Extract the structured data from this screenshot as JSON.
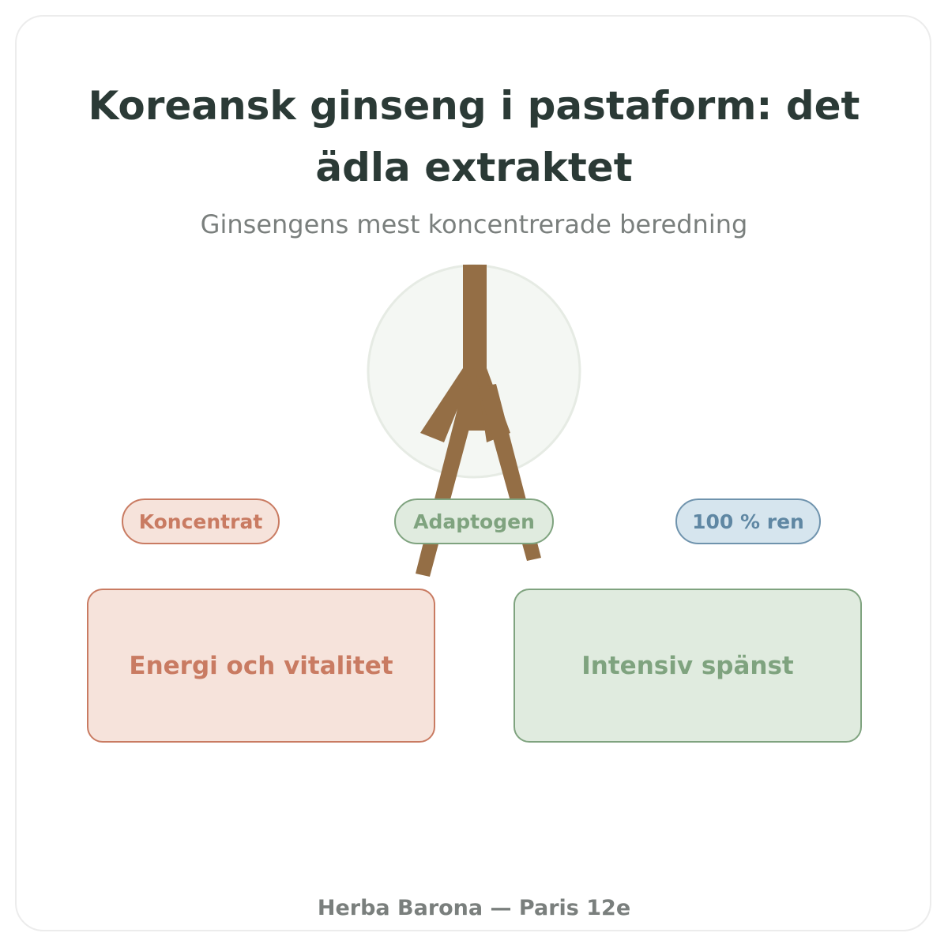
{
  "header": {
    "title": "Koreansk ginseng i pastaform: det ädla extraktet",
    "subtitle": "Ginsengens mest koncentrerade beredning"
  },
  "illustration": {
    "icon": "ginseng-root-icon",
    "colors": {
      "root": "#946e45",
      "circle_fill": "#f4f7f3",
      "circle_stroke": "#e6ebe4"
    }
  },
  "tags": [
    {
      "label": "Koncentrat",
      "color": "#c97b62"
    },
    {
      "label": "Adaptogen",
      "color": "#7fa37f"
    },
    {
      "label": "100 % ren",
      "color": "#5f87a3"
    }
  ],
  "benefits": [
    {
      "label": "Energi och vitalitet",
      "color": "#c97b62"
    },
    {
      "label": "Intensiv spänst",
      "color": "#7fa37f"
    }
  ],
  "footer": {
    "text": "Herba Barona — Paris 12e"
  }
}
